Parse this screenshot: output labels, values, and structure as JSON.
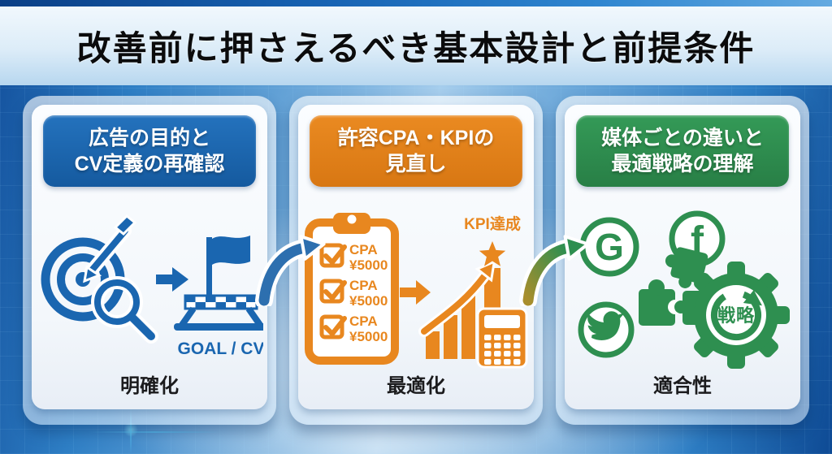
{
  "page": {
    "title": "改善前に押さえるべき基本設計と前提条件"
  },
  "colors": {
    "accent_blue": "#1a66b0",
    "accent_orange": "#e8871f",
    "accent_green": "#2e8f50",
    "band_light_blue": "#d9eaf7",
    "background_blue": "#2e7ec4"
  },
  "cards": [
    {
      "id": "ad-purpose",
      "title_line1": "広告の目的と",
      "title_line2": "CV定義の再確認",
      "goal_label": "GOAL / CV",
      "bottom_label": "明確化"
    },
    {
      "id": "cpa-kpi",
      "title_line1": "許容CPA・KPIの",
      "title_line2": "見直し",
      "checklist": [
        {
          "line1": "CPA",
          "line2": "¥5000"
        },
        {
          "line1": "CPA",
          "line2": "¥5000"
        },
        {
          "line1": "CPA",
          "line2": "¥5000"
        }
      ],
      "kpi_label": "KPI達成",
      "bottom_label": "最適化"
    },
    {
      "id": "media-strategy",
      "title_line1": "媒体ごとの違いと",
      "title_line2": "最適戦略の理解",
      "google_letter": "G",
      "facebook_letter": "f",
      "gear_label": "戦略",
      "bottom_label": "適合性"
    }
  ]
}
